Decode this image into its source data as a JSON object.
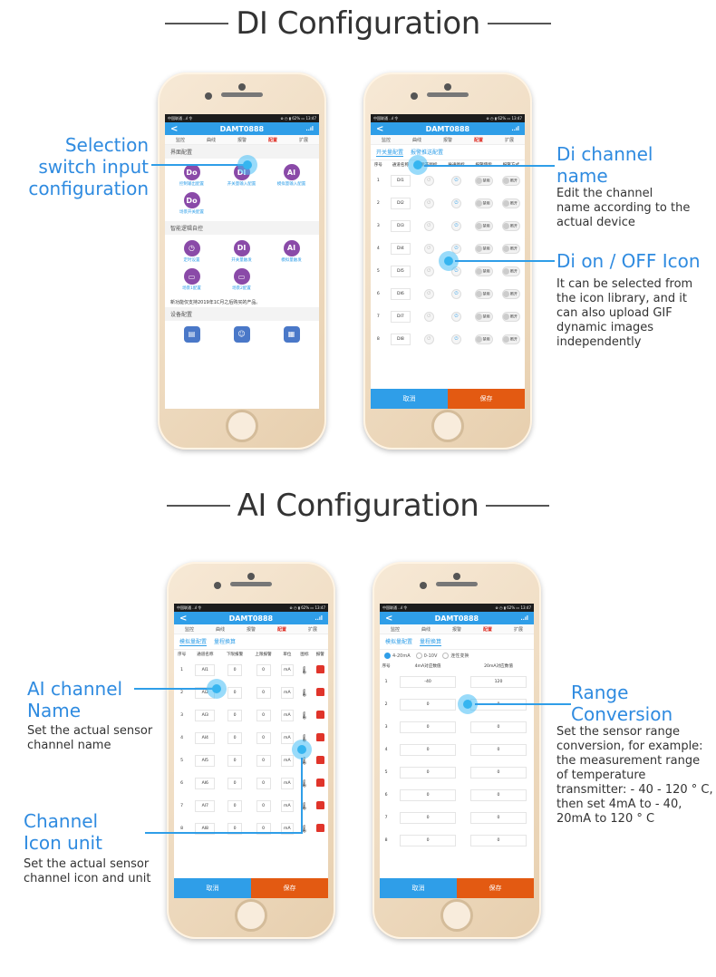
{
  "sections": {
    "di_title": "DI Configuration",
    "ai_title": "AI Configuration"
  },
  "common": {
    "status_left": "中国联通 ..ıl 令",
    "status_right": "⊗ ◷ ▮ 62% ▭ 13:47",
    "device": "DAMT0888",
    "back": "<",
    "signal": "..ıl",
    "tabs": [
      "监控",
      "曲线",
      "报警",
      "配置",
      "扩展"
    ],
    "cancel": "取消",
    "save": "保存"
  },
  "phone1": {
    "sec1": "界面配置",
    "items1": [
      {
        "icon": "Do",
        "label": "控制输出配置"
      },
      {
        "icon": "DI",
        "label": "开关量输入配置"
      },
      {
        "icon": "AI",
        "label": "模拟量输入配置"
      },
      {
        "icon": "Do",
        "label": "场景开关配置"
      }
    ],
    "sec2": "智能逻辑自控",
    "items2": [
      {
        "icon": "clock",
        "label": "定时设置"
      },
      {
        "icon": "DI",
        "label": "开关量触发"
      },
      {
        "icon": "AI",
        "label": "模拟量触发"
      },
      {
        "icon": "scene",
        "label": "场景1配置"
      },
      {
        "icon": "scene",
        "label": "场景2配置"
      }
    ],
    "note": "新功能仅支持2019年1C月之后购买的产品。",
    "sec3": "设备配置"
  },
  "phone2": {
    "subtabs": [
      "开关量配置",
      "报警推送配置"
    ],
    "headers": [
      "序号",
      "通道名称",
      "断开图标",
      "导通图标",
      "报警使能",
      "报警方式"
    ],
    "rows": [
      {
        "no": "1",
        "name": "DI1",
        "enable": "禁用",
        "mode": "断开"
      },
      {
        "no": "2",
        "name": "DI2",
        "enable": "禁用",
        "mode": "断开"
      },
      {
        "no": "3",
        "name": "DI3",
        "enable": "禁用",
        "mode": "断开"
      },
      {
        "no": "4",
        "name": "DI4",
        "enable": "禁用",
        "mode": "断开"
      },
      {
        "no": "5",
        "name": "DI5",
        "enable": "禁用",
        "mode": "断开"
      },
      {
        "no": "6",
        "name": "DI6",
        "enable": "禁用",
        "mode": "断开"
      },
      {
        "no": "7",
        "name": "DI7",
        "enable": "禁用",
        "mode": "断开"
      },
      {
        "no": "8",
        "name": "DI8",
        "enable": "禁用",
        "mode": "断开"
      }
    ]
  },
  "phone3": {
    "subtabs": [
      "模拟量配置",
      "量程换算"
    ],
    "headers": [
      "序号",
      "通道名称",
      "下限报警",
      "上限报警",
      "单位",
      "图标",
      "报警"
    ],
    "rows": [
      {
        "no": "1",
        "name": "AI1",
        "low": "0",
        "high": "0",
        "unit": "mA"
      },
      {
        "no": "2",
        "name": "AI2",
        "low": "0",
        "high": "0",
        "unit": "mA"
      },
      {
        "no": "3",
        "name": "AI3",
        "low": "0",
        "high": "0",
        "unit": "mA"
      },
      {
        "no": "4",
        "name": "AI4",
        "low": "0",
        "high": "0",
        "unit": "mA"
      },
      {
        "no": "5",
        "name": "AI5",
        "low": "0",
        "high": "0",
        "unit": "mA"
      },
      {
        "no": "6",
        "name": "AI6",
        "low": "0",
        "high": "0",
        "unit": "mA"
      },
      {
        "no": "7",
        "name": "AI7",
        "low": "0",
        "high": "0",
        "unit": "mA"
      },
      {
        "no": "8",
        "name": "AI8",
        "low": "0",
        "high": "0",
        "unit": "mA"
      }
    ]
  },
  "phone4": {
    "subtabs": [
      "模拟量配置",
      "量程换算"
    ],
    "radios": [
      "4-20mA",
      "0-10V",
      "连性变换"
    ],
    "headers": [
      "序号",
      "4mA对应数值",
      "20mA对应数值"
    ],
    "rows": [
      {
        "no": "1",
        "v4": "-40",
        "v20": "120"
      },
      {
        "no": "2",
        "v4": "0",
        "v20": "0"
      },
      {
        "no": "3",
        "v4": "0",
        "v20": "0"
      },
      {
        "no": "4",
        "v4": "0",
        "v20": "0"
      },
      {
        "no": "5",
        "v4": "0",
        "v20": "0"
      },
      {
        "no": "6",
        "v4": "0",
        "v20": "0"
      },
      {
        "no": "7",
        "v4": "0",
        "v20": "0"
      },
      {
        "no": "8",
        "v4": "0",
        "v20": "0"
      }
    ]
  },
  "callouts": {
    "selection": {
      "title": "Selection\nswitch input\nconfiguration"
    },
    "di_name": {
      "title": "Di channel\nname",
      "desc": "Edit the channel\nname according to the\nactual device"
    },
    "di_icon": {
      "title": "Di on / OFF Icon",
      "desc": "It can be selected from\n the icon library, and it\ncan also upload GIF\ndynamic images\nindependently"
    },
    "ai_name": {
      "title": "AI channel\nName",
      "desc": "Set the actual sensor\nchannel name"
    },
    "ai_icon": {
      "title": "Channel\nIcon unit",
      "desc": "Set the actual sensor\nchannel icon and unit"
    },
    "range": {
      "title": "Range\nConversion",
      "desc": "Set the sensor range\nconversion, for example:\n the measurement range\nof temperature\ntransmitter: - 40 - 120 ° C,\nthen set 4mA to - 40,\n 20mA to 120 ° C"
    }
  }
}
